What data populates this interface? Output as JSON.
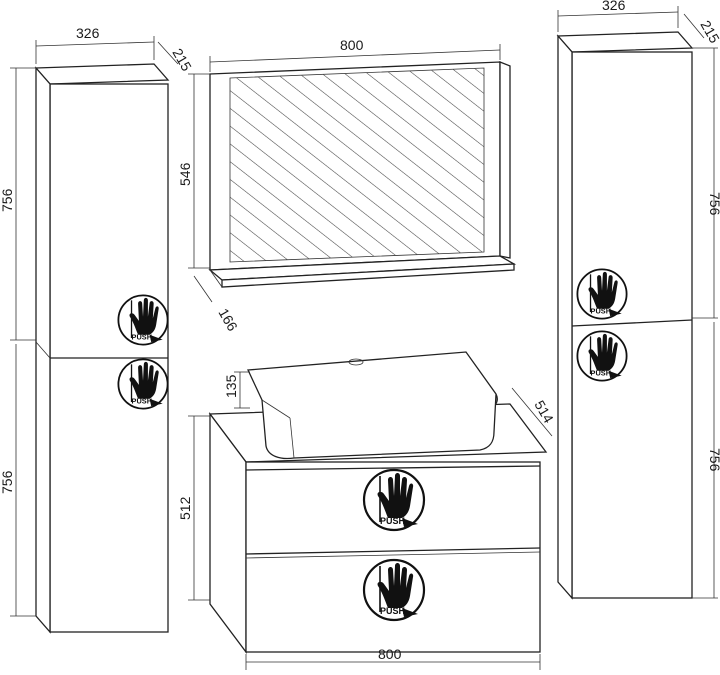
{
  "dimensions": {
    "left_cabinet_width": "326",
    "left_cabinet_depth": "215",
    "left_upper_height": "756",
    "left_lower_height": "756",
    "mirror_width": "800",
    "mirror_height": "546",
    "mirror_shelf_depth": "166",
    "right_cabinet_width": "326",
    "right_cabinet_depth": "215",
    "right_upper_height": "756",
    "right_lower_height": "756",
    "basin_height": "135",
    "vanity_depth": "514",
    "vanity_height": "512",
    "vanity_width": "800"
  },
  "push_label": "PUSH",
  "icons": {
    "push_badge": "hand-push-icon"
  }
}
